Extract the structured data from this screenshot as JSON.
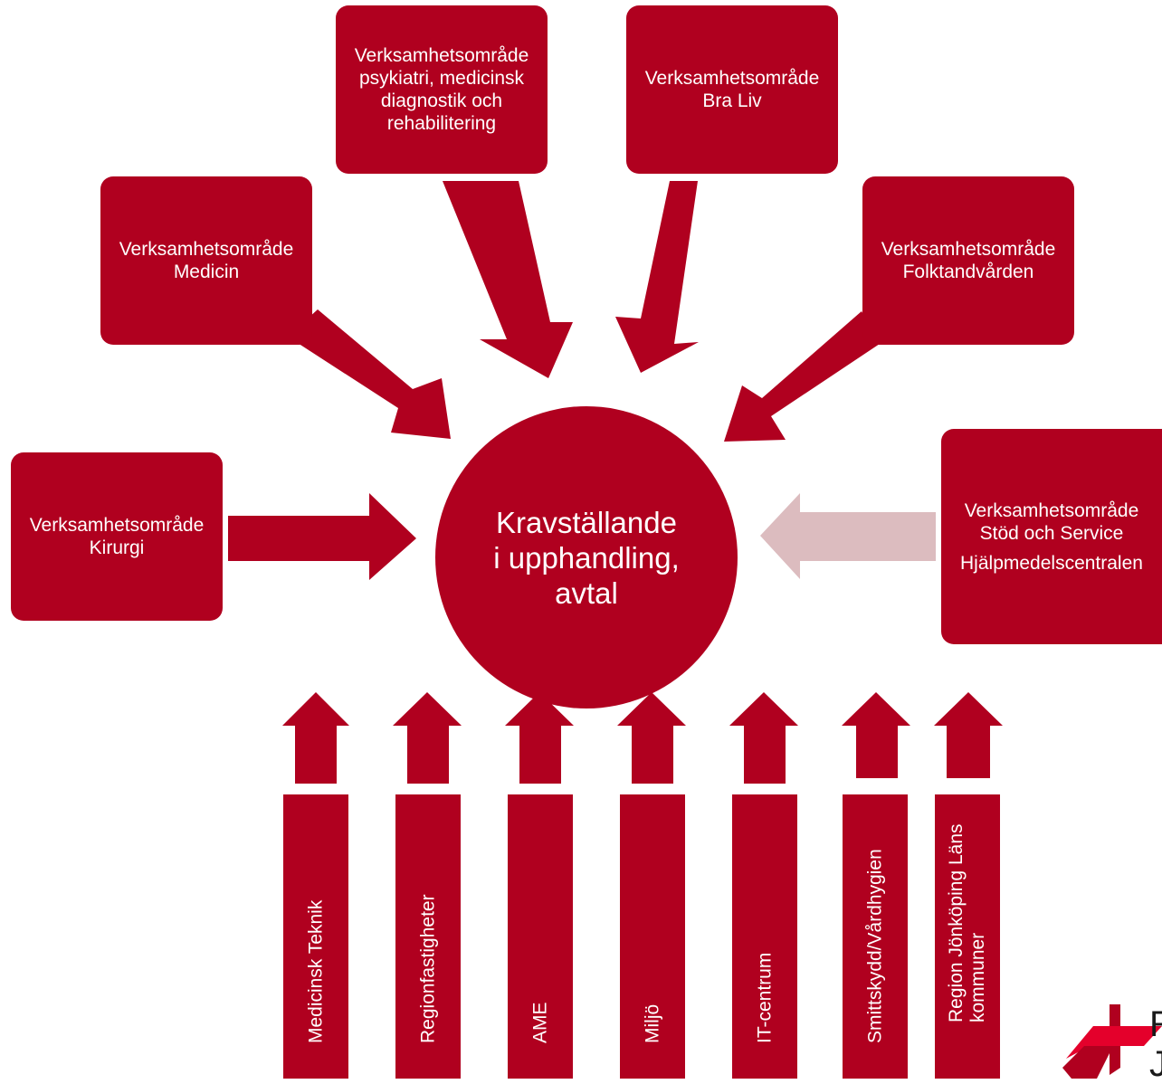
{
  "center": {
    "lines": [
      "Kravställande",
      "i upphandling,",
      "avtal"
    ]
  },
  "boxes": {
    "kirurgi": [
      "Verksamhetsområde",
      "Kirurgi"
    ],
    "medicin": [
      "Verksamhetsområde",
      "Medicin"
    ],
    "psykiatri": [
      "Verksamhetsområde",
      "psykiatri, medicinsk",
      "diagnostik och",
      "rehabilitering"
    ],
    "bra_liv": [
      "Verksamhetsområde",
      "Bra Liv"
    ],
    "folktandvarden": [
      "Verksamhetsområde",
      "Folktandvården"
    ],
    "stod_service": [
      "Verksamhetsområde",
      "Stöd och Service",
      "Hjälpmedelscentralen"
    ]
  },
  "bottom_bars": [
    {
      "lines": [
        "Medicinsk Teknik"
      ]
    },
    {
      "lines": [
        "Regionfastigheter"
      ]
    },
    {
      "lines": [
        "AME"
      ]
    },
    {
      "lines": [
        "Miljö"
      ]
    },
    {
      "lines": [
        "IT-centrum"
      ]
    },
    {
      "lines": [
        "Smittskydd/Vårdhygien"
      ]
    },
    {
      "lines": [
        "Region Jönköping Läns",
        "kommuner"
      ]
    }
  ],
  "colors": {
    "primary": "#b0001f",
    "faded": "#dcbcbf",
    "white": "#ffffff"
  },
  "logo": {
    "text": "R\nJ",
    "icon": "region-jonkoping-logo-icon"
  }
}
